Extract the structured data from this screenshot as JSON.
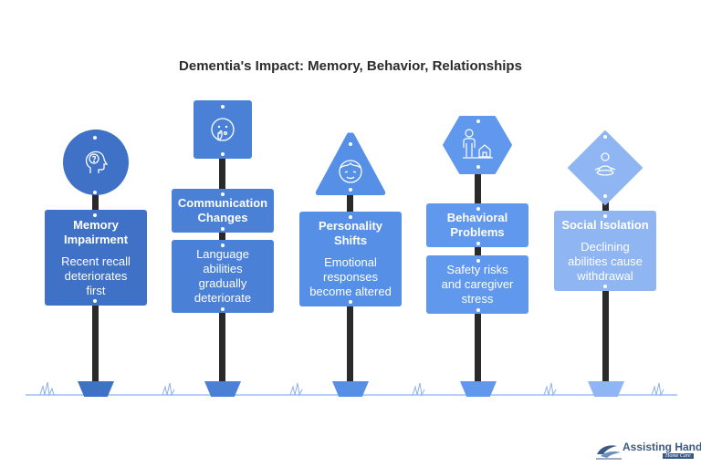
{
  "title": "Dementia's Impact: Memory, Behavior, Relationships",
  "colors": {
    "sign1": "#3f72c6",
    "sign2": "#4a80d6",
    "sign3": "#5590e6",
    "sign4": "#5f98ec",
    "sign5": "#8fb5f2",
    "post": "#2a2a2a",
    "ground": "#8fb1e8"
  },
  "signs": [
    {
      "icon": "head-question-icon",
      "heading": "Memory Impairment",
      "body": "Recent recall deteriorates first"
    },
    {
      "icon": "face-thinking-icon",
      "heading": "Communication Changes",
      "body": "Language abilities gradually deteriorate"
    },
    {
      "icon": "face-emotional-icon",
      "heading": "Personality Shifts",
      "body": "Emotional responses become altered"
    },
    {
      "icon": "person-house-icon",
      "heading": "Behavioral Problems",
      "body": "Safety risks and caregiver stress"
    },
    {
      "icon": "person-meditating-icon",
      "heading": "Social Isolation",
      "body": "Declining abilities cause withdrawal"
    }
  ],
  "logo": {
    "name": "Assisting Hands",
    "tagline": "Home Care"
  }
}
